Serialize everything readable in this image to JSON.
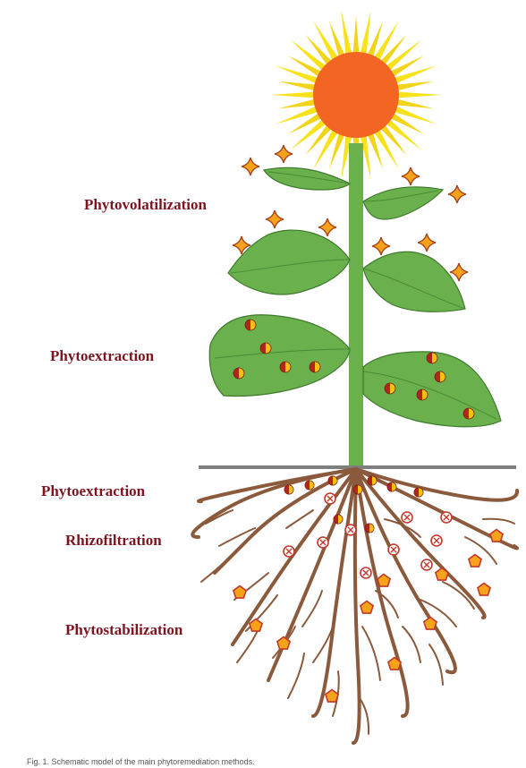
{
  "labels": {
    "phytovolatilization": "Phytovolatilization",
    "phytoextraction_leaf": "Phytoextraction",
    "phytoextraction_root": "Phytoextraction",
    "rhizofiltration": "Rhizofiltration",
    "phytostabilization": "Phytostabilization"
  },
  "caption": "Fig. 1. Schematic model of the main phytoremediation methods.",
  "colors": {
    "label_text": "#7d1420",
    "sun_core": "#f26522",
    "sun_petals": "#f7e21c",
    "stem_leaf": "#6ab04c",
    "leaf_outline": "#3f7a2c",
    "root": "#8b5a3c",
    "soil_line": "#7f7f7f",
    "star_fill": "#f7a21b",
    "star_outline": "#a4421a",
    "pentagon_fill": "#f7a21b",
    "pentagon_outline": "#c0392b",
    "particle_red": "#c0392b",
    "particle_yellow": "#f4c20d"
  },
  "icons": {
    "volatile_compound": "four-point-star-icon",
    "accumulated_metal": "half-filled-circle-icon",
    "filtered_contaminant": "hatched-circle-icon",
    "immobilized_contaminant": "pentagon-icon"
  }
}
